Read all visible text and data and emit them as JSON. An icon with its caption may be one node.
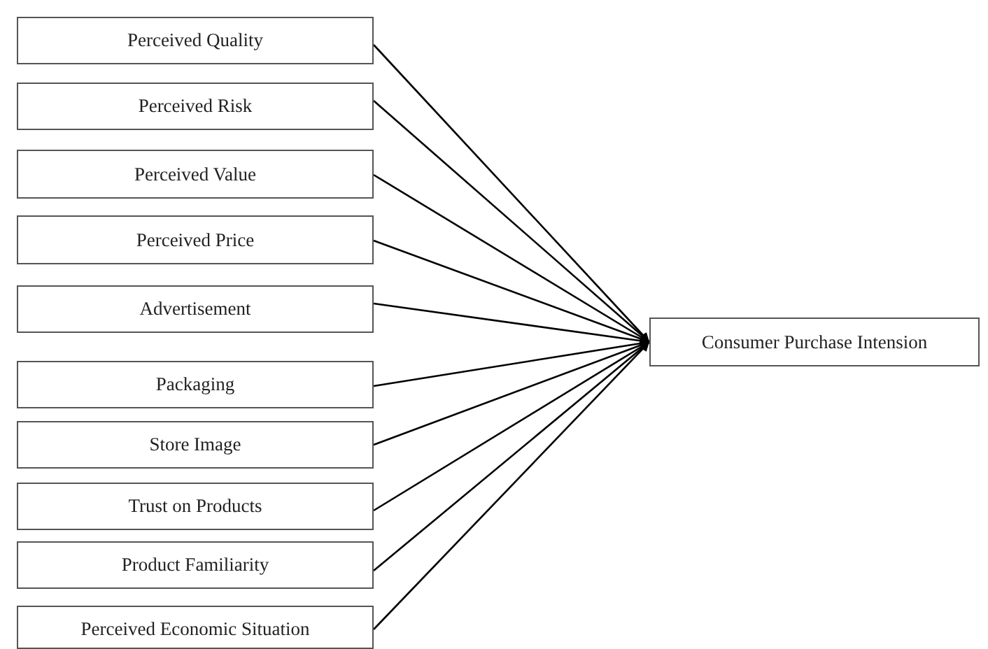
{
  "diagram": {
    "nodes": [
      {
        "text": [
          "Perceived Quality"
        ]
      },
      {
        "text": [
          "Perceived Risk"
        ]
      },
      {
        "text": [
          "Perceived Value"
        ]
      },
      {
        "text": [
          "Perceived Price"
        ]
      },
      {
        "text": [
          "Advertisement"
        ]
      },
      {
        "text": [
          "Packaging"
        ]
      },
      {
        "text": [
          "Store Image"
        ]
      },
      {
        "text": [
          "Trust on Products"
        ]
      },
      {
        "text": [
          "Product Familiarity"
        ]
      },
      {
        "text": [
          "Perceived Economic Situation"
        ]
      },
      {
        "text": [
          "Consumer Purchase Intension"
        ]
      }
    ],
    "edges": [
      {
        "from": 0,
        "to": 10,
        "arrow": "to"
      },
      {
        "from": 1,
        "to": 10,
        "arrow": "to"
      },
      {
        "from": 2,
        "to": 10,
        "arrow": "to"
      },
      {
        "from": 3,
        "to": 10,
        "arrow": "to"
      },
      {
        "from": 4,
        "to": 10,
        "arrow": "to"
      },
      {
        "from": 5,
        "to": 10,
        "arrow": "to"
      },
      {
        "from": 6,
        "to": 10,
        "arrow": "to"
      },
      {
        "from": 7,
        "to": 10,
        "arrow": "to"
      },
      {
        "from": 8,
        "to": 10,
        "arrow": "to"
      },
      {
        "from": 9,
        "to": 10,
        "arrow": "to"
      }
    ]
  }
}
